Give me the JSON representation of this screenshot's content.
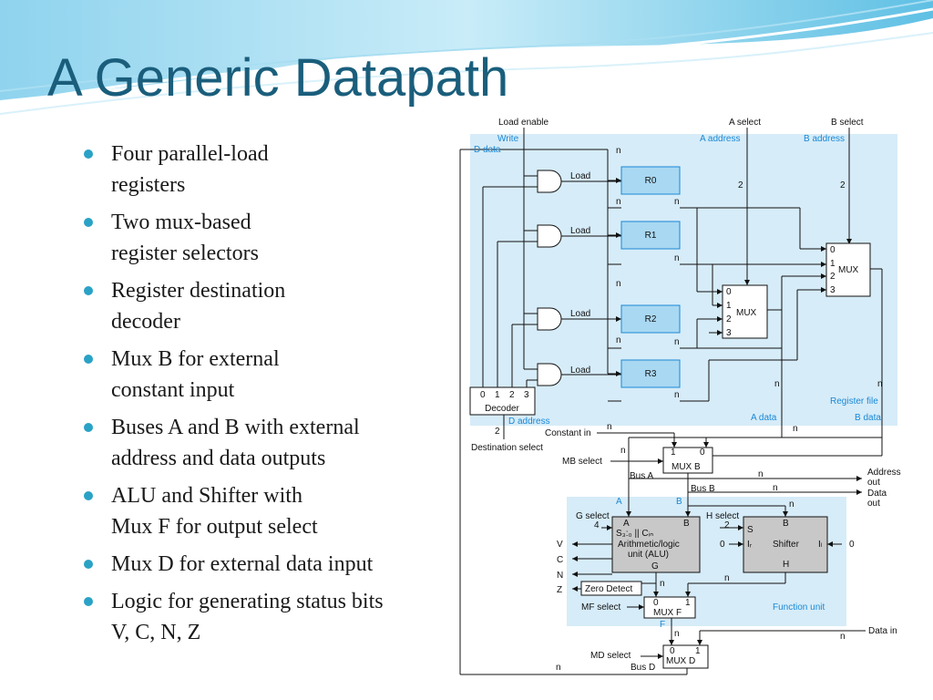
{
  "title": "A Generic Datapath",
  "bullets": [
    {
      "line1": "Four parallel-load",
      "line2": "registers"
    },
    {
      "line1": "Two mux-based",
      "line2": "register selectors"
    },
    {
      "line1": "Register destination",
      "line2": "decoder"
    },
    {
      "line1": "Mux  B for external",
      "line2": "constant input"
    },
    {
      "line1": "Buses A and B with external",
      "line2": "address and data outputs"
    },
    {
      "line1": "ALU and Shifter with",
      "line2": "Mux F for output select"
    },
    {
      "line1": "Mux D for external data input",
      "line2": ""
    },
    {
      "line1": "Logic for generating status bits",
      "line2": "V, C, N, Z"
    }
  ],
  "diagram": {
    "load_enable": "Load enable",
    "write": "Write",
    "d_data": "D data",
    "a_select": "A select",
    "b_select": "B select",
    "a_address": "A address",
    "b_address": "B address",
    "n": "n",
    "two": "2",
    "four": "4",
    "load": "Load",
    "registers": [
      "R0",
      "R1",
      "R2",
      "R3"
    ],
    "mux_label": "MUX",
    "mux_inputs": [
      "0",
      "1",
      "2",
      "3"
    ],
    "decoder_outputs": [
      "0",
      "1",
      "2",
      "3"
    ],
    "decoder": "Decoder",
    "d_address": "D address",
    "register_file": "Register file",
    "a_data": "A data",
    "b_data": "B data",
    "constant_in": "Constant in",
    "destination_select": "Destination select",
    "mb_select": "MB select",
    "mux_b": "MUX B",
    "mux_b_in0": "1",
    "mux_b_in1": "0",
    "bus_a": "Bus A",
    "bus_b": "Bus B",
    "address_out_1": "Address",
    "address_out_2": "out",
    "data_out_1": "Data",
    "data_out_2": "out",
    "a": "A",
    "b": "B",
    "g_select": "G select",
    "h_select": "H select",
    "alu_line1": "Arithmetic/logic",
    "alu_line2": "unit (ALU)",
    "alu_g": "G",
    "alu_sel": "S₃:₀ || Cᵢₙ",
    "shifter": "Shifter",
    "shifter_s": "S",
    "shifter_ir": "Iᵣ",
    "shifter_il": "Iₗ",
    "shifter_h": "H",
    "zero": "0",
    "status": [
      "V",
      "C",
      "N",
      "Z"
    ],
    "zero_detect": "Zero Detect",
    "mf_select": "MF select",
    "mux_f": "MUX F",
    "function_unit": "Function unit",
    "f": "F",
    "data_in": "Data in",
    "md_select": "MD select",
    "mux_d": "MUX D",
    "bus_d": "Bus D",
    "colors": {
      "title": "#1a5e7c",
      "bullet": "#2aa2c6",
      "panel": "#d6ecf8",
      "register": "#a9d8f2",
      "unit": "#c8c8c8",
      "label": "#1a88d6"
    }
  }
}
